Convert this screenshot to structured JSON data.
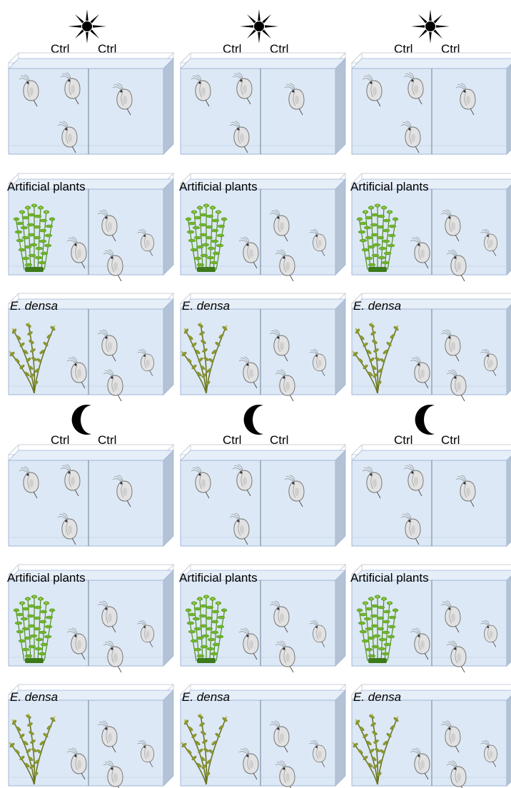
{
  "labels": {
    "ctrl": "Ctrl",
    "artificial_plants": "Artificial plants",
    "e_densa": "E. densa"
  },
  "periods": [
    {
      "name": "light",
      "icon": "sun-icon"
    },
    {
      "name": "dark",
      "icon": "moon-icon"
    }
  ],
  "treatments": [
    {
      "key": "control",
      "label_key": "ctrl",
      "plant": "none"
    },
    {
      "key": "artificial",
      "label_key": "artificial_plants",
      "plant": "artificial-plant-icon"
    },
    {
      "key": "edensa",
      "label_key": "e_densa",
      "plant": "elodea-plant-icon"
    }
  ],
  "replicates": 3,
  "icons": [
    "sun-icon",
    "moon-icon",
    "daphnia-icon",
    "artificial-plant-icon",
    "elodea-plant-icon",
    "aquarium-tank"
  ],
  "colors": {
    "water": "#dce8f5",
    "water_edge": "#9fb7d8",
    "tank_side": "#b3c2d4",
    "tank_rim": "#c9cfd8",
    "daphnia": "#e2e2e2",
    "daphnia_edge": "#6e6e6e",
    "artificial_plant": "#72b52b",
    "artificial_plant_light": "#b7e05a",
    "elodea": "#8d9a2e",
    "elodea_light": "#c2c560",
    "icon": "#000000"
  }
}
